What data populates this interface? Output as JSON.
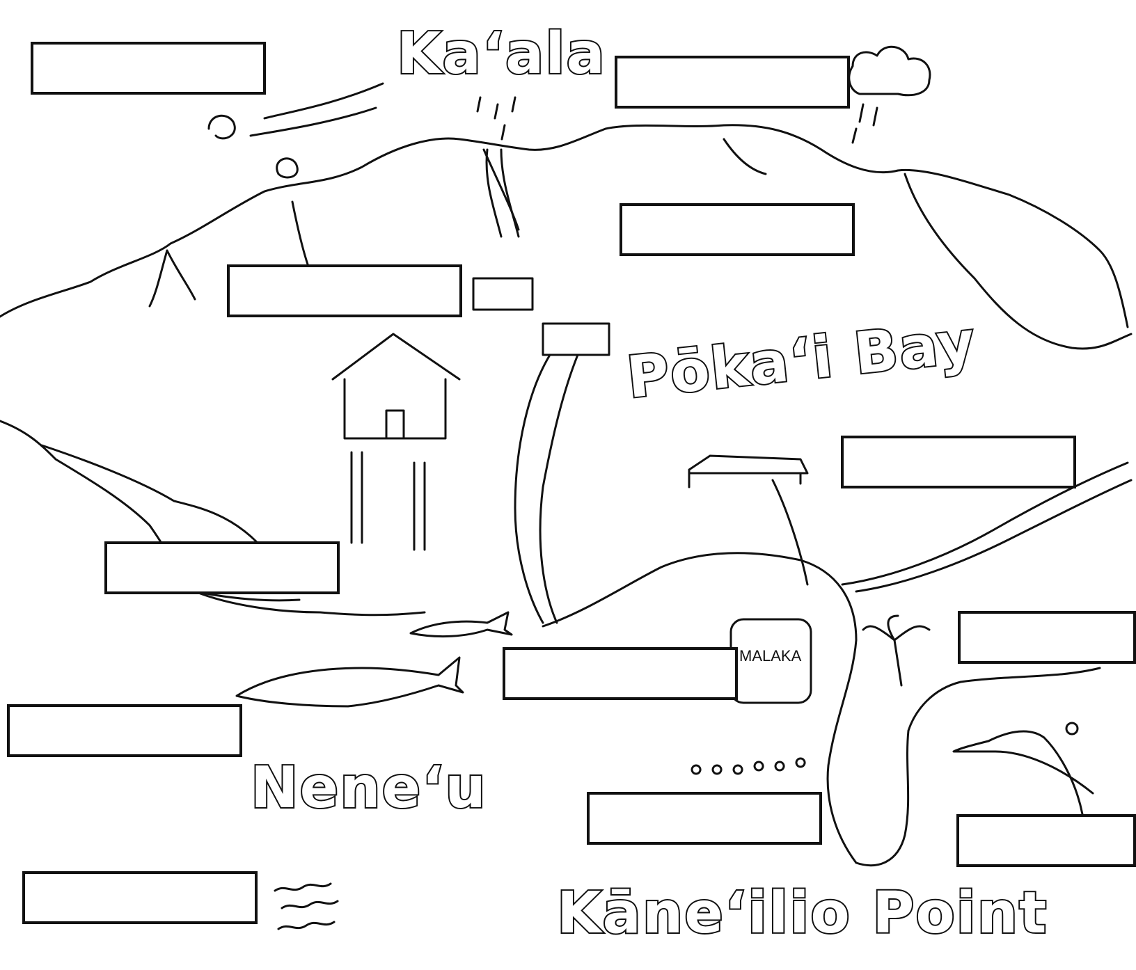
{
  "place_names": {
    "kaala": "Kaʻala",
    "pokai_bay": "Pōkaʻi Bay",
    "neneu": "Neneʻu",
    "kaneilio_point": "Kāneʻilio Point",
    "sign_text": "MALAKA"
  },
  "label_boxes": [
    {
      "id": "box-1",
      "text": ""
    },
    {
      "id": "box-2",
      "text": ""
    },
    {
      "id": "box-3",
      "text": ""
    },
    {
      "id": "box-4",
      "text": ""
    },
    {
      "id": "box-5",
      "text": ""
    },
    {
      "id": "box-6",
      "text": ""
    },
    {
      "id": "box-7",
      "text": ""
    },
    {
      "id": "box-8",
      "text": ""
    },
    {
      "id": "box-9",
      "text": ""
    },
    {
      "id": "box-10",
      "text": ""
    },
    {
      "id": "box-11",
      "text": ""
    },
    {
      "id": "box-12",
      "text": ""
    },
    {
      "id": "box-13",
      "text": ""
    }
  ],
  "icons": [
    "wind-icon",
    "rain-cloud-icon",
    "waterfall-icon",
    "taro-plant-icon",
    "hut-icon",
    "fish-icon",
    "shrine-icon",
    "palm-tree-icon",
    "bird-icon",
    "wave-icon"
  ],
  "colors": {
    "ink": "#111111",
    "paper": "#ffffff"
  }
}
